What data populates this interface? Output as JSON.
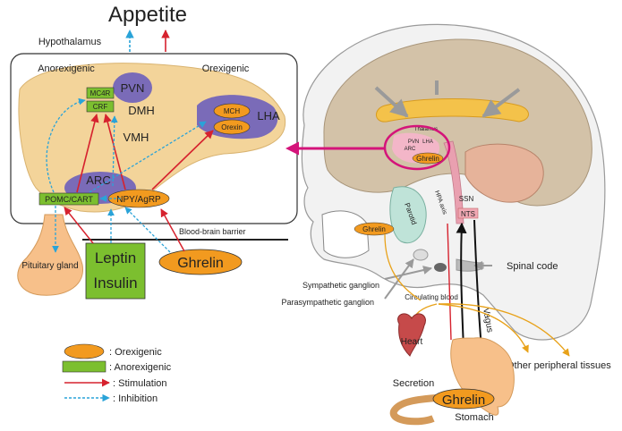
{
  "title": "Appetite",
  "hypothalamus_label": "Hypothalamus",
  "anorexigenic_label": "Anorexigenic",
  "orexigenic_label": "Orexigenic",
  "nuclei": {
    "pvn": "PVN",
    "dmh": "DMH",
    "vmh": "VMH",
    "arc": "ARC",
    "lha": "LHA"
  },
  "markers": {
    "mc4r": "MC4R",
    "crf": "CRF",
    "mch": "MCH",
    "orexin": "Orexin",
    "pomc_cart": "POMC/CART",
    "npy_agrp": "NPY/AgRP"
  },
  "bbb_label": "Blood-brain barrier",
  "pituitary_label": "Pituitary gland",
  "leptin_label": "Leptin",
  "insulin_label": "Insulin",
  "ghrelin_label": "Ghrelin",
  "legend": {
    "orexigenic": ": Orexigenic",
    "anorexigenic": ": Anorexigenic",
    "stimulation": ": Stimulation",
    "inhibition": ": Inhibition"
  },
  "anatomy": {
    "thalamus": "Thalamus",
    "pvn_small": "PVN",
    "lha_small": "LHA",
    "arc_small": "ARC",
    "ghrelin_brain": "Ghrelin",
    "hpa_axis": "HPA axis",
    "parotid": "Parotid",
    "ghrelin_mouth": "Ghrelin",
    "ssn": "SSN",
    "nts": "NTS",
    "spinal_code": "Spinal code",
    "sympathetic": "Sympathetic ganglion",
    "parasympathetic": "Parasympathetic ganglion",
    "circulating_blood": "Circulating blood",
    "vagus": "Vagus",
    "heart": "Heart",
    "other_tissues": "Other peripheral tissues",
    "secretion": "Secretion",
    "ghrelin_stomach": "Ghrelin",
    "stomach": "Stomach"
  },
  "colors": {
    "stimulation": "#d6222e",
    "inhibition": "#2aa3d8",
    "orexigenic": "#f29a1f",
    "anorexigenic": "#7cbf2f",
    "nucleus": "#7a6bb8",
    "hypothalamus_fill": "#f3d49a",
    "magenta": "#d4147a"
  }
}
